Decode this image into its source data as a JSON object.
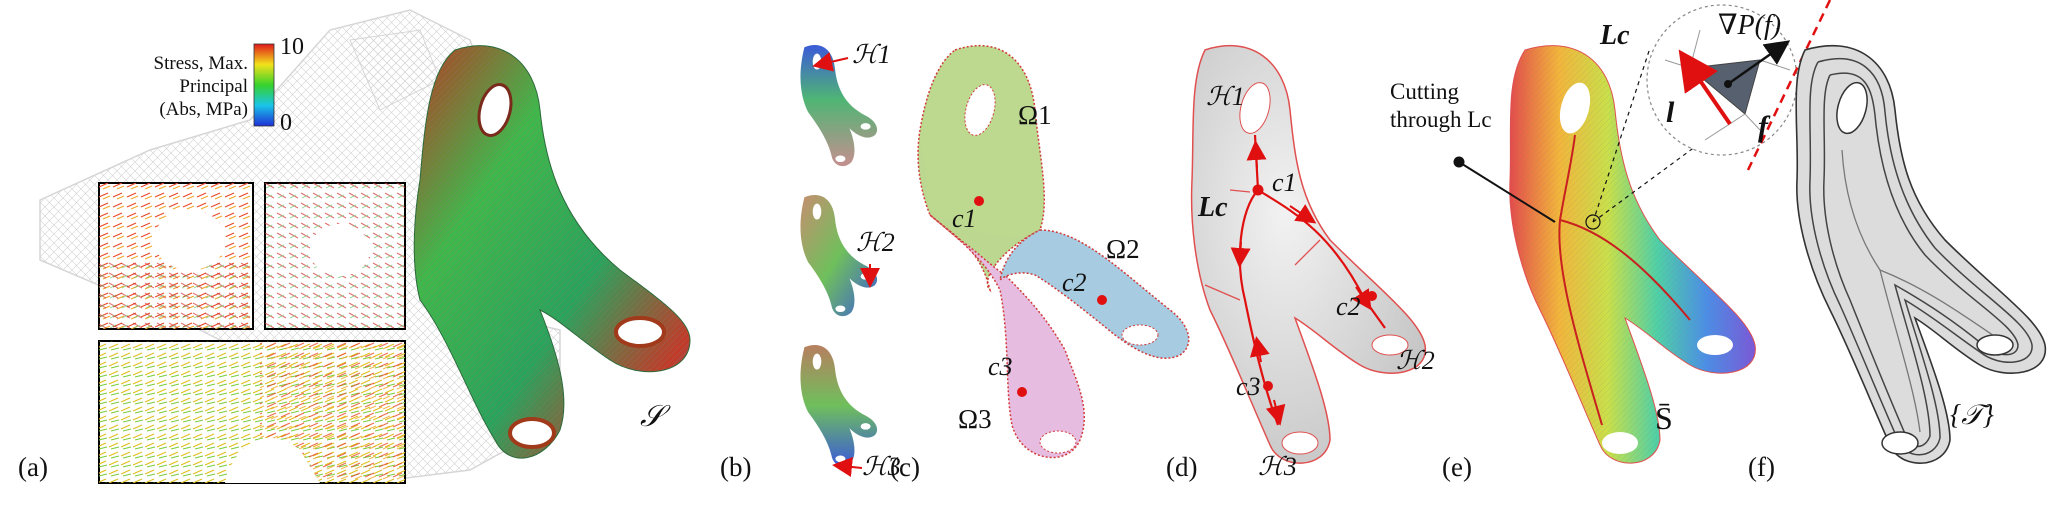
{
  "panels": {
    "a": "(a)",
    "b": "(b)",
    "c": "(c)",
    "d": "(d)",
    "e": "(e)",
    "f": "(f)"
  },
  "colorbar": {
    "title_lines": [
      "Stress, Max.",
      "Principal",
      "(Abs, MPa)"
    ],
    "max": "10",
    "min": "0"
  },
  "symbols": {
    "S": "𝒮",
    "S_bar": "S̄",
    "T_set": "{𝒯}",
    "H1": "ℋ1",
    "H2": "ℋ2",
    "H3": "ℋ3",
    "Omega1": "Ω1",
    "Omega2": "Ω2",
    "Omega3": "Ω3",
    "c1": "c1",
    "c2": "c2",
    "c3": "c3",
    "Lc": "Lc",
    "gradP": "∇P(f)",
    "l_vec": "l⃗",
    "f_bold": "f"
  },
  "annotation": {
    "cutting_line1": "Cutting",
    "cutting_line2": "through Lc"
  }
}
